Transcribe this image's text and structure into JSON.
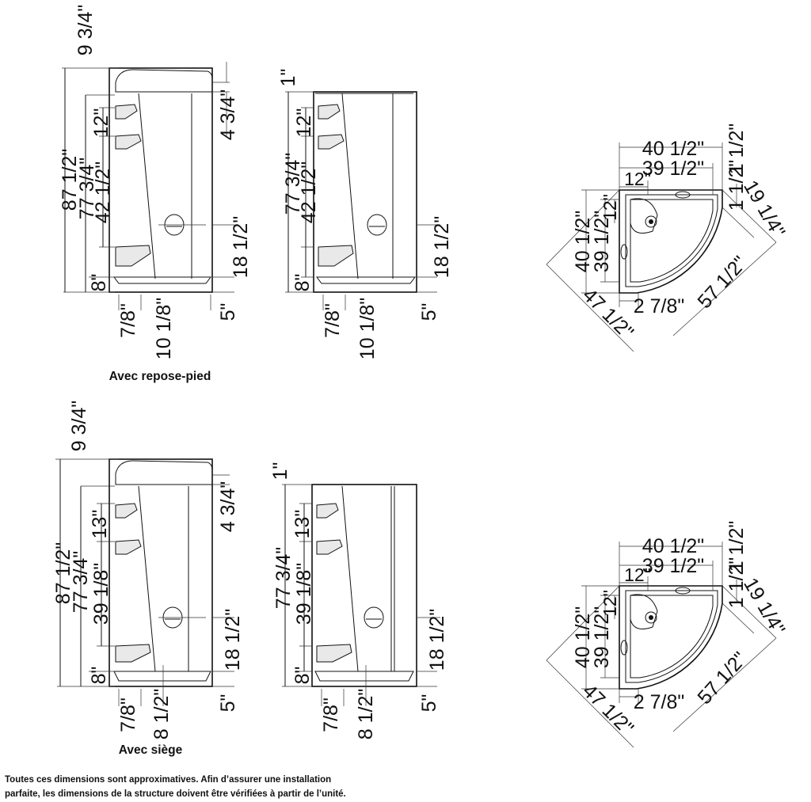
{
  "captions": {
    "top": "Avec repose-pied",
    "bottom": "Avec siège"
  },
  "note": {
    "line1": "Toutes ces dimensions sont approximatives. Afin d’assurer une installation",
    "line2": "parfaite, les dimensions de la structure doivent être vérifiées à partir de l’unité."
  },
  "top_left": {
    "h_total": "87 1/2\"",
    "h_mid": "77 3/4\"",
    "h_shelf": "42 1/2\"",
    "shelf_gap": "12\"",
    "top_offset": "9 3/4\"",
    "right_top": "4 3/4\"",
    "valve": "18 1/2\"",
    "base": "8\"",
    "drain": "10 1/8\"",
    "lip": "7/8\"",
    "bottom_right": "5\""
  },
  "top_right": {
    "h_mid": "77 3/4\"",
    "h_shelf": "42 1/2\"",
    "shelf_gap": "12\"",
    "top_offset": "1\"",
    "valve": "18 1/2\"",
    "base": "8\"",
    "drain": "10 1/8\"",
    "lip": "7/8\"",
    "bottom_right": "5\""
  },
  "bottom_left": {
    "h_total": "87 1/2\"",
    "h_mid": "77 3/4\"",
    "h_shelf": "39 1/8\"",
    "shelf_gap": "13\"",
    "top_offset": "9 3/4\"",
    "right_top": "4 3/4\"",
    "valve": "18 1/2\"",
    "base": "8\"",
    "drain": "8 1/2\"",
    "lip": "7/8\"",
    "bottom_right": "5\""
  },
  "bottom_right": {
    "h_mid": "77 3/4\"",
    "h_shelf": "39 1/8\"",
    "shelf_gap": "13\"",
    "top_offset": "1\"",
    "valve": "18 1/2\"",
    "base": "8\"",
    "drain": "8 1/2\"",
    "lip": "7/8\"",
    "bottom_right": "5\""
  },
  "plan_top": {
    "w_outer": "40 1/2\"",
    "w_inner": "39 1/2\"",
    "corner": "12\"",
    "side_left_outer": "40 1/2\"",
    "side_left_inner": "39 1/2\"",
    "left_small": "12\"",
    "right_small": "1 1/2\"",
    "right_small2": "1 1/2\"",
    "diag_right": "19 1/4\"",
    "diag_long": "57 1/2\"",
    "diag_left": "47 1/2\"",
    "drain_offset": "2 7/8\""
  },
  "plan_bottom": {
    "w_outer": "40 1/2\"",
    "w_inner": "39 1/2\"",
    "corner": "12\"",
    "side_left_outer": "40 1/2\"",
    "side_left_inner": "39 1/2\"",
    "left_small": "12\"",
    "right_small": "1 1/2\"",
    "right_small2": "1 1/2\"",
    "diag_right": "19 1/4\"",
    "diag_long": "57 1/2\"",
    "diag_left": "47 1/2\"",
    "drain_offset": "2 7/8\""
  }
}
